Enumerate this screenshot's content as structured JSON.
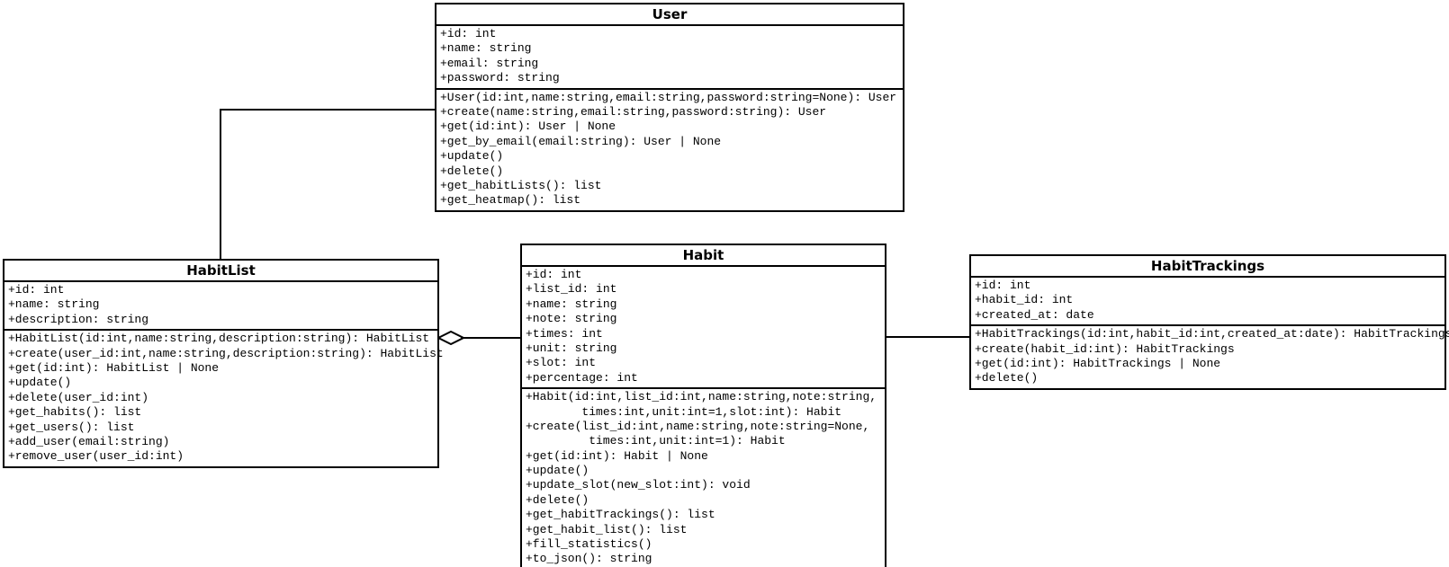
{
  "diagram": {
    "type": "uml-class-diagram",
    "background_color": "#ffffff",
    "line_color": "#000000",
    "classes": [
      {
        "name": "User",
        "title": "User",
        "attributes": [
          "+id: int",
          "+name: string",
          "+email: string",
          "+password: string"
        ],
        "methods": [
          "+User(id:int,name:string,email:string,password:string=None): User",
          "+create(name:string,email:string,password:string): User",
          "+get(id:int): User | None",
          "+get_by_email(email:string): User | None",
          "+update()",
          "+delete()",
          "+get_habitLists(): list",
          "+get_heatmap(): list"
        ]
      },
      {
        "name": "HabitList",
        "title": "HabitList",
        "attributes": [
          "+id: int",
          "+name: string",
          "+description: string"
        ],
        "methods": [
          "+HabitList(id:int,name:string,description:string): HabitList",
          "+create(user_id:int,name:string,description:string): HabitList",
          "+get(id:int): HabitList | None",
          "+update()",
          "+delete(user_id:int)",
          "+get_habits(): list",
          "+get_users(): list",
          "+add_user(email:string)",
          "+remove_user(user_id:int)"
        ]
      },
      {
        "name": "Habit",
        "title": "Habit",
        "attributes": [
          "+id: int",
          "+list_id: int",
          "+name: string",
          "+note: string",
          "+times: int",
          "+unit: string",
          "+slot: int",
          "+percentage: int"
        ],
        "methods": [
          "+Habit(id:int,list_id:int,name:string,note:string,",
          "        times:int,unit:int=1,slot:int): Habit",
          "+create(list_id:int,name:string,note:string=None,",
          "         times:int,unit:int=1): Habit",
          "+get(id:int): Habit | None",
          "+update()",
          "+update_slot(new_slot:int): void",
          "+delete()",
          "+get_habitTrackings(): list",
          "+get_habit_list(): list",
          "+fill_statistics()",
          "+to_json(): string"
        ]
      },
      {
        "name": "HabitTrackings",
        "title": "HabitTrackings",
        "attributes": [
          "+id: int",
          "+habit_id: int",
          "+created_at: date"
        ],
        "methods": [
          "+HabitTrackings(id:int,habit_id:int,created_at:date): HabitTrackings",
          "+create(habit_id:int): HabitTrackings",
          "+get(id:int): HabitTrackings | None",
          "+delete()"
        ]
      }
    ],
    "relationships": [
      {
        "from": "User",
        "to": "HabitList",
        "type": "association"
      },
      {
        "from": "HabitList",
        "to": "Habit",
        "type": "aggregation",
        "diamond_at": "HabitList"
      },
      {
        "from": "Habit",
        "to": "HabitTrackings",
        "type": "association"
      }
    ]
  }
}
